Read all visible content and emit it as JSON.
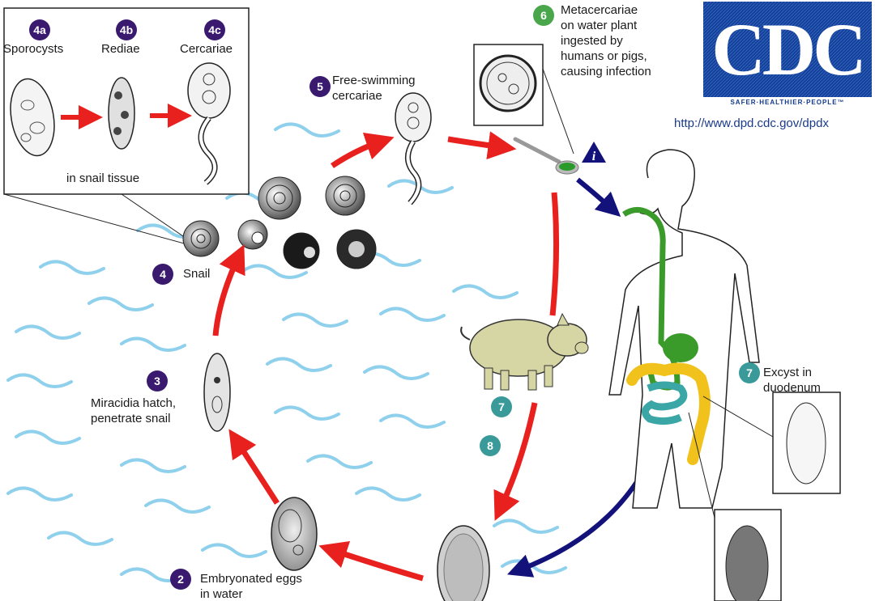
{
  "stage_labels": {
    "s4a": "Sporocysts",
    "s4b": "Rediae",
    "s4c": "Cercariae",
    "snail_tissue": "in snail tissue",
    "s5_line1": "Free-swimming",
    "s5_line2": "cercariae",
    "s6_line1": "Metacercariae",
    "s6_line2": "on water plant",
    "s6_line3": "ingested by",
    "s6_line4": "humans or pigs,",
    "s6_line5": "causing infection",
    "s4": "Snail",
    "s3_line1": "Miracidia hatch,",
    "s3_line2": "penetrate snail",
    "s2_line1": "Embryonated eggs",
    "s2_line2": "in water",
    "s7_line1": "Excyst in",
    "s7_line2": "duodenum"
  },
  "badges": {
    "b4a": "4a",
    "b4b": "4b",
    "b4c": "4c",
    "b5": "5",
    "b6": "6",
    "b4": "4",
    "b3": "3",
    "b2": "2",
    "b7": "7",
    "b7_pig": "7",
    "b8_pig": "8"
  },
  "cdc": {
    "wordmark": "CDC",
    "tagline": "SAFER·HEALTHIER·PEOPLE™",
    "url": "http://www.dpd.cdc.gov/dpdx"
  },
  "info_icon": {
    "glyph": "i",
    "icon": "info-triangle-icon"
  },
  "colors": {
    "purple_badge": "#3a1a6e",
    "green_badge": "#4aa64a",
    "teal_badge": "#3a9a9a",
    "red_arrow": "#e8201e",
    "blue_arrow": "#12127a",
    "water_wave": "#8fd0ec",
    "digestive_green": "#3a9a2a",
    "intestine_yellow": "#f2c21c",
    "pig_body": "#d6d6a4",
    "cdc_blue": "#12409a"
  }
}
